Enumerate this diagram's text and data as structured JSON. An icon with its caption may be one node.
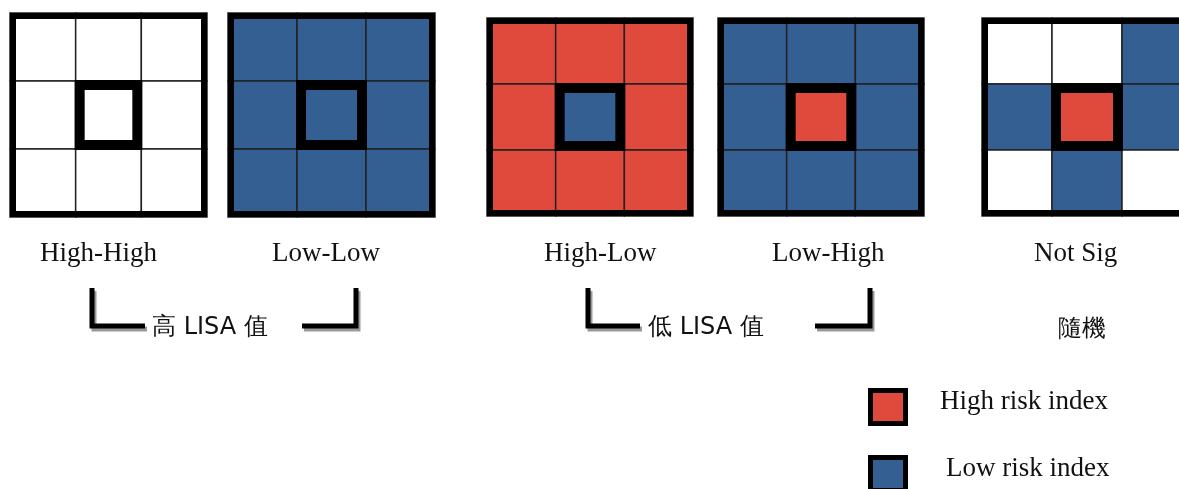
{
  "diagram": {
    "labels": [
      "High-High",
      "Low-Low",
      "High-Low",
      "Low-High",
      "Not Sig",
      "高 LISA 值",
      "低 LISA 值",
      "隨機"
    ],
    "legend": [
      {
        "text": "High risk index",
        "color": "#e04a3c"
      },
      {
        "text": "Low risk index",
        "color": "#345f92"
      }
    ]
  }
}
